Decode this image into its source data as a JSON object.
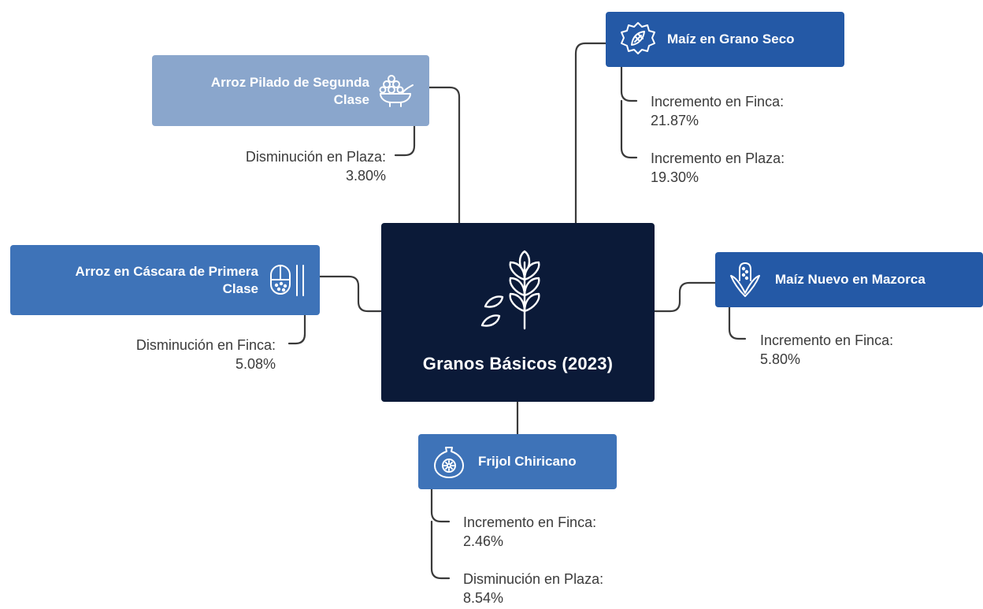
{
  "center": {
    "title": "Granos Básicos (2023)",
    "icon": "wheat-icon"
  },
  "nodes": {
    "arroz_pilado": {
      "label_line1": "Arroz Pilado de Segunda",
      "label_line2": "Clase",
      "icon": "rice-bowl-icon",
      "details": [
        {
          "label": "Disminución en Plaza:",
          "value": "3.80%"
        }
      ]
    },
    "arroz_cascara": {
      "label_line1": "Arroz en Cáscara de Primera",
      "label_line2": "Clase",
      "icon": "rice-bowl-chopsticks-icon",
      "details": [
        {
          "label": "Disminución en Finca:",
          "value": "5.08%"
        }
      ]
    },
    "maiz_seco": {
      "label": "Maíz en Grano Seco",
      "icon": "corn-badge-icon",
      "details": [
        {
          "label": "Incremento en Finca:",
          "value": "21.87%"
        },
        {
          "label": "Incremento en Plaza:",
          "value": "19.30%"
        }
      ]
    },
    "maiz_nuevo": {
      "label": "Maíz Nuevo en Mazorca",
      "icon": "corn-cob-icon",
      "details": [
        {
          "label": "Incremento en Finca:",
          "value": "5.80%"
        }
      ]
    },
    "frijol": {
      "label": "Frijol Chiricano",
      "icon": "bean-icon",
      "details": [
        {
          "label": "Incremento en Finca:",
          "value": "2.46%"
        },
        {
          "label": "Disminución en Plaza:",
          "value": "8.54%"
        }
      ]
    }
  },
  "colors": {
    "center_bg": "#0b1a38",
    "node_light": "#8aa6cc",
    "node_mid": "#3e73b8",
    "node_dark": "#2459a6",
    "text": "#3b3b3b",
    "connector": "#3a3a3a"
  }
}
